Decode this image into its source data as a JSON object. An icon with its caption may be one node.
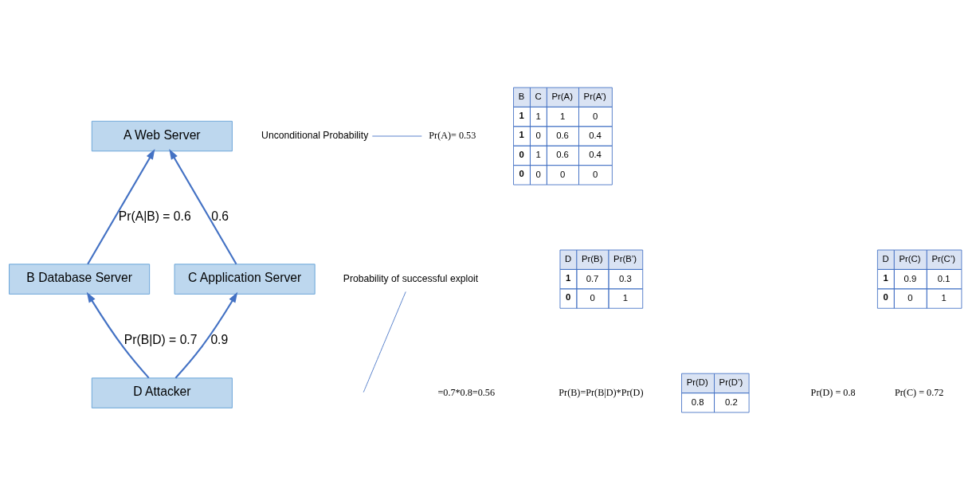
{
  "diagram": {
    "nodes": [
      {
        "text": [
          "A Web Server"
        ]
      },
      {
        "text": [
          "B Database Server"
        ]
      },
      {
        "text": [
          "C Application Server"
        ]
      },
      {
        "text": [
          "D Attacker"
        ]
      },
      {
        "text": [
          "Unconditional Probability"
        ]
      },
      {
        "text": [
          "Pr(A)= 0.53"
        ]
      },
      {
        "text": [
          "Probability of successful exploit"
        ]
      }
    ],
    "edges": [
      {
        "from": 1,
        "to": 0,
        "arrow": "to",
        "label": "Pr(A|B) = 0.6"
      },
      {
        "from": 2,
        "to": 0,
        "arrow": "to",
        "label": "0.6"
      },
      {
        "from": 3,
        "to": 1,
        "arrow": "to",
        "label": "Pr(B|D) = 0.7"
      },
      {
        "from": 3,
        "to": 2,
        "arrow": "to",
        "label": "0.9"
      },
      {
        "from": 4,
        "to": 5,
        "arrow": "none"
      },
      {
        "from": 6,
        "to": null,
        "arrow": "none"
      }
    ],
    "labels": [
      "B",
      "C",
      "Pr(A)",
      "Pr(A’)",
      "1",
      "1",
      "1",
      "0",
      "1",
      "0",
      "0.6",
      "0.4",
      "0",
      "1",
      "0.6",
      "0.4",
      "0",
      "0",
      "0",
      "0",
      "D",
      "Pr(B)",
      "Pr(B’)",
      "1",
      "0.7",
      "0.3",
      "0",
      "0",
      "1",
      "Pr(D)",
      "Pr(D’)",
      "0.8",
      "0.2",
      "D",
      "Pr(C)",
      "Pr(C’)",
      "1",
      "0.9",
      "0.1",
      "0",
      "0",
      "1",
      "Pr(B)=Pr(B|D)*Pr(D)",
      "=0.7*0.8=0.56",
      "Pr(D) = 0.8",
      "Pr(C) = 0.72"
    ]
  }
}
